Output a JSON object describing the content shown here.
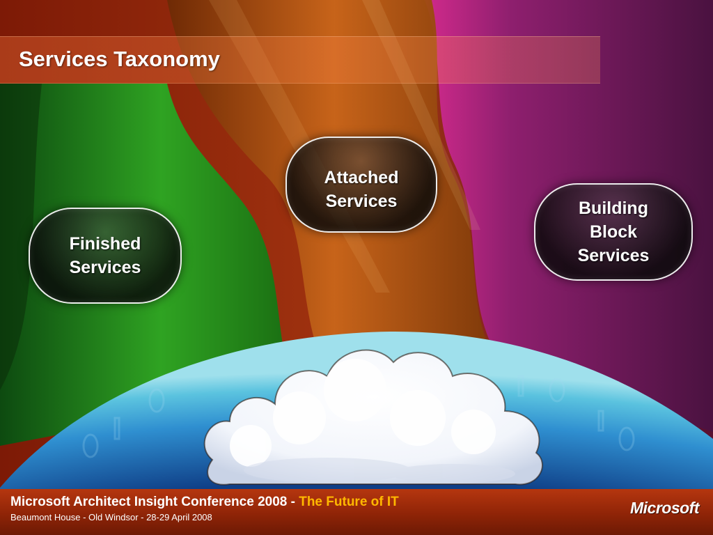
{
  "slide": {
    "title": "Services Taxonomy"
  },
  "bubbles": {
    "attached": "Attached\nServices",
    "finished": "Finished\nServices",
    "building_block": "Building\nBlock\nServices"
  },
  "footer": {
    "conference": "Microsoft Architect Insight Conference 2008 -",
    "subtitle": "The Future of IT",
    "location": "Beaumont House - Old Windsor - 28-29 April 2008",
    "logo": "Microsoft"
  },
  "colors": {
    "green_wave": "#2fa322",
    "orange_wave": "#c9661a",
    "magenta_wave": "#b0237e",
    "purple_bg": "#4a1240",
    "globe_blue": "#2f8fd0",
    "footer_red": "#9a2a08",
    "accent_yellow": "#ffb800"
  }
}
